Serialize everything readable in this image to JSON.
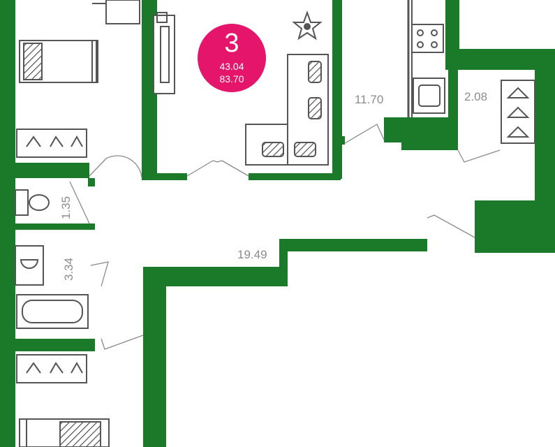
{
  "colors": {
    "wall": "#1b7a2a",
    "badge": "#e4156a",
    "label": "#8c8c8c",
    "furniture": "#555555"
  },
  "badge": {
    "rooms": "3",
    "living_area": "43.04",
    "total_area": "83.70"
  },
  "rooms": {
    "kitchen_area": "11.70",
    "wardrobe_area": "2.08",
    "toilet_area": "1.35",
    "bathroom_area": "3.34",
    "hallway_area": "19.49"
  },
  "icons": [
    "compass-star-icon",
    "sofa-icon",
    "tv-stand-icon",
    "bed-icon",
    "hanger-icon",
    "stove-icon",
    "sink-icon",
    "toilet-icon",
    "washbasin-icon",
    "bathtub-icon",
    "chair-icon"
  ]
}
